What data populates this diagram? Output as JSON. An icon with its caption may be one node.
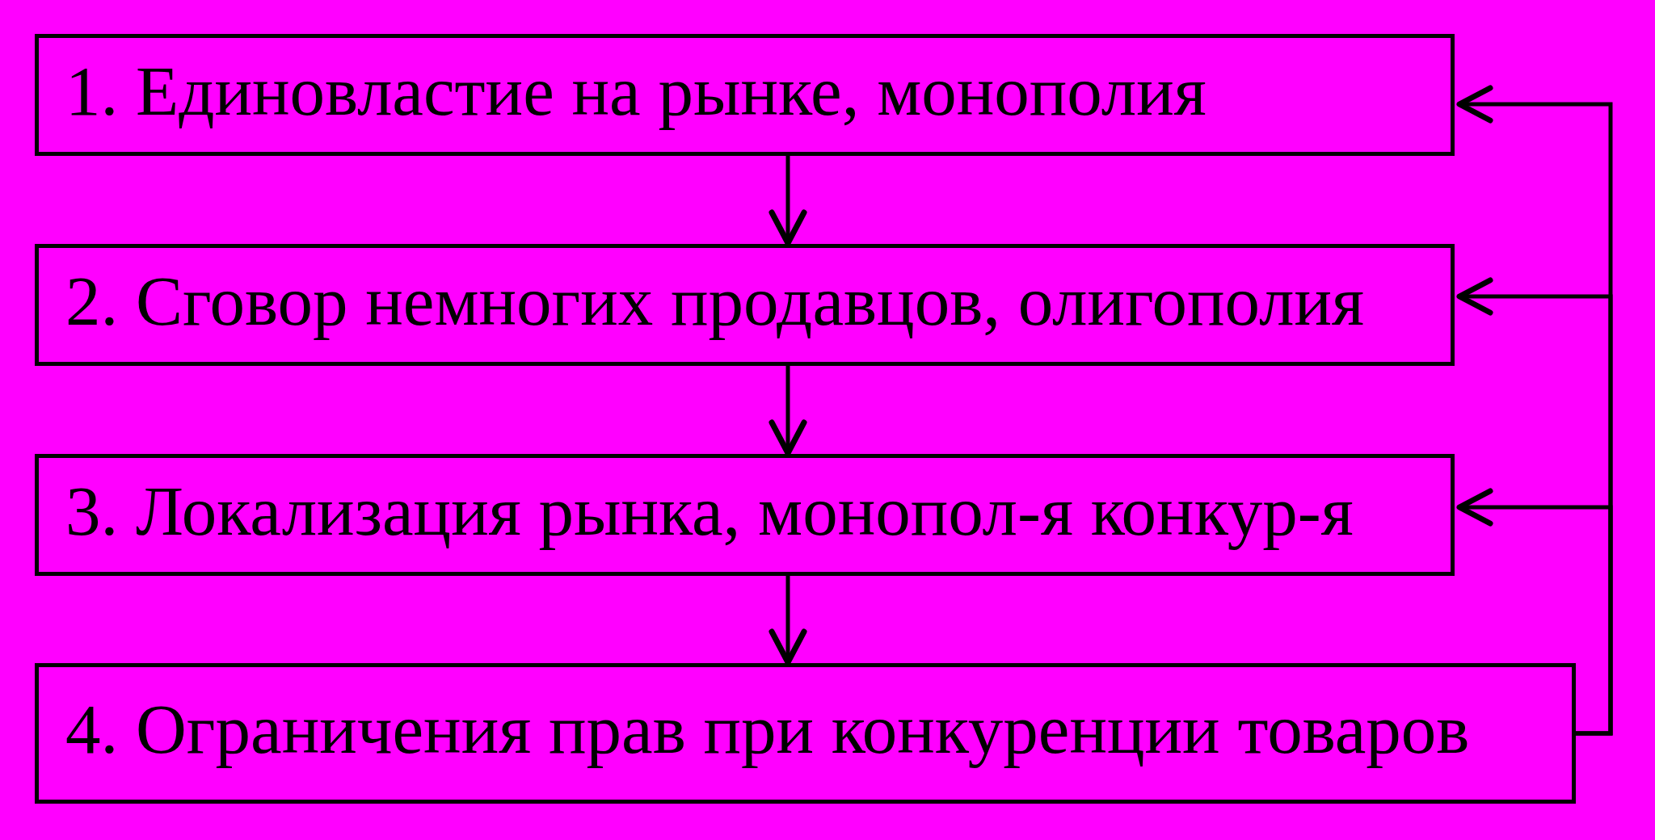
{
  "diagram": {
    "nodes": [
      {
        "text": [
          "1. Единовластие на рынке, монополия"
        ]
      },
      {
        "text": [
          "2. Сговор немногих продавцов, олигополия"
        ]
      },
      {
        "text": [
          "3. Локализация рынка, монопол-я конкур-я"
        ]
      },
      {
        "text": [
          "4. Ограничения прав при конкуренции товаров"
        ]
      }
    ],
    "edges": [
      {
        "from": 0,
        "to": 1,
        "arrow": "to"
      },
      {
        "from": 1,
        "to": 2,
        "arrow": "to"
      },
      {
        "from": 2,
        "to": 3,
        "arrow": "to"
      },
      {
        "from": 3,
        "to": 0,
        "arrow": "to"
      },
      {
        "from": 3,
        "to": 1,
        "arrow": "to"
      },
      {
        "from": 3,
        "to": 2,
        "arrow": "to"
      }
    ]
  }
}
